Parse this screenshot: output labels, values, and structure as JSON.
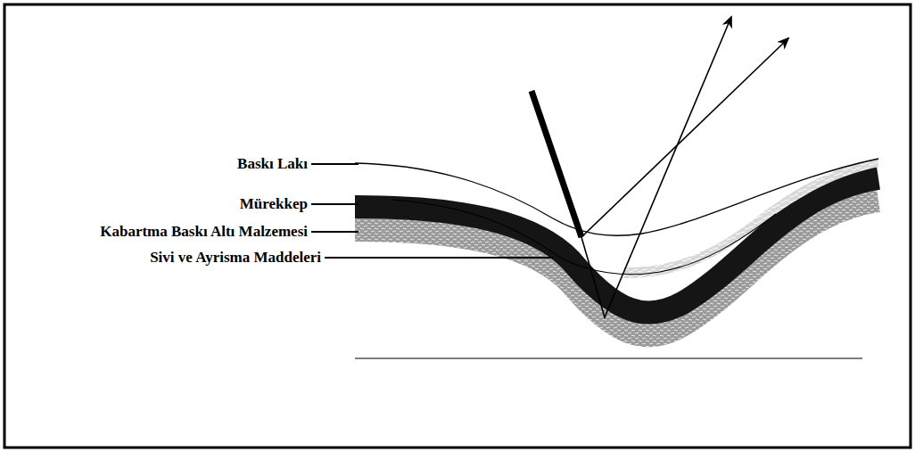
{
  "diagram": {
    "labels": [
      "Baskı Lakı",
      "Mürekkep",
      "Kabartma Baskı Altı Malzemesi",
      "Sivi ve Ayrisma Maddeleri"
    ]
  }
}
